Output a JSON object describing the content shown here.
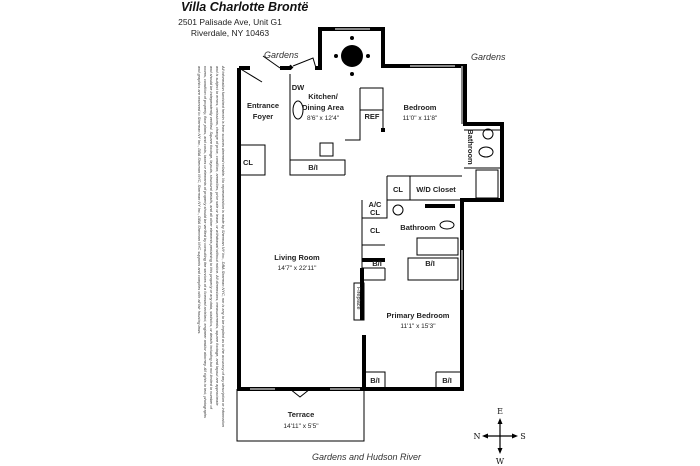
{
  "header": {
    "title": "Villa Charlotte Brontë",
    "address_line1": "2501 Palisade Ave, Unit G1",
    "address_line2": "Riverdale, NY 10463"
  },
  "surroundings": {
    "top_left": "Gardens",
    "top_right": "Gardens",
    "bottom": "Gardens and Hudson River"
  },
  "rooms": {
    "entrance_foyer": {
      "name_line1": "Entrance",
      "name_line2": "Foyer"
    },
    "kitchen": {
      "name_line1": "Kitchen/",
      "name_line2": "Dining Area",
      "dims": "8'6\" x 12'4\""
    },
    "bedroom": {
      "name": "Bedroom",
      "dims": "11'0\" x 11'8\""
    },
    "bathroom_small": {
      "name": "Bathroom"
    },
    "living_room": {
      "name": "Living Room",
      "dims": "14'7\" x 22'11\""
    },
    "bathroom": {
      "name": "Bathroom"
    },
    "primary_bedroom": {
      "name": "Primary  Bedroom",
      "dims": "11'1\" x 15'3\""
    },
    "terrace": {
      "name": "Terrace",
      "dims": "14'11\" x 5'5\""
    }
  },
  "fixtures": {
    "dw": "DW",
    "ref": "REF",
    "cl_foyer": "CL",
    "bi_kitchen": "B/I",
    "cl_hall": "CL",
    "wd_closet": "W/D Closet",
    "ac_cl_line1": "A/C",
    "ac_cl_line2": "CL",
    "cl_bath": "CL",
    "bi_bath1": "B/I",
    "bi_bath2": "B/I",
    "fireplace": "Fireplace",
    "bi_primary1": "B/I",
    "bi_primary2": "B/I"
  },
  "compass": {
    "north": "N",
    "south": "S",
    "east": "E",
    "west": "W"
  },
  "disclaimer": [
    "All information furnished herein is from sources deemed reliable. No representation is made by Sherman NY Inc., DBA Sherman NYC, nor is any to be implied as to the accuracy of any description or information",
    "and is subject to errors, omissions, change of price, condition, amenities, prior sale or lease, or withdrawal without notice. All dimensions, measurements, square footage, and layout are approximate",
    "and should be independently verified. Square footage, layouts, structural details, and all other elements pertaining to this property or any data, statistics, or details including but not limited to number of",
    "rooms, condition of property, floor plans, and costs, taxes or elements of property should be verified by consulting the services of a licensed architect, engineer and/or attorney. All rights to text, photographs",
    "and graphics are reserved to Sherman NY Inc., DBA Sherman NYC, Sherman NY Inc., DBA Sherman NYC supports and complies with all fair housing laws."
  ]
}
